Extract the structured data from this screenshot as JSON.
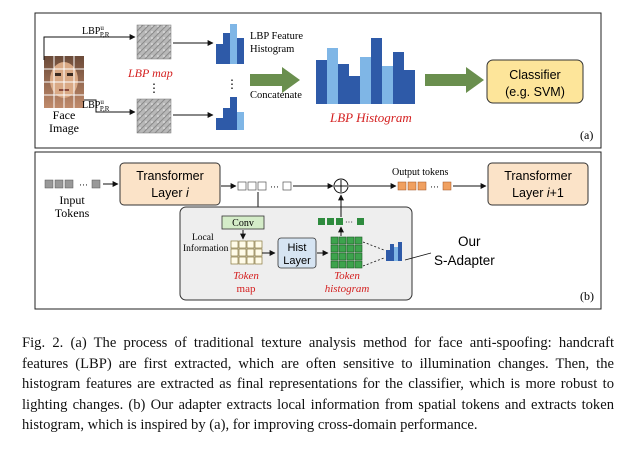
{
  "panel_a": {
    "lbp_op_top": "LBP",
    "lbp_op_top_sup": "u",
    "lbp_op_top_sub": "P,R",
    "lbp_op_bottom": "LBP",
    "lbp_op_bottom_sup": "u",
    "lbp_op_bottom_sub": "P,R",
    "face_label_1": "Face",
    "face_label_2": "Image",
    "lbp_map": "LBP map",
    "dots_vertical": "⋮",
    "feature_hist_1": "LBP Feature",
    "feature_hist_2": "Histogram",
    "concatenate": "Concatenate",
    "lbp_histogram": "LBP Histogram",
    "classifier_1": "Classifier",
    "classifier_2": "(e.g. SVM)",
    "panel_tag": "(a)"
  },
  "panel_b": {
    "input_1": "Input",
    "input_2": "Tokens",
    "transformer_i_1": "Transformer",
    "transformer_i_2": "Layer ",
    "transformer_i_var": "i",
    "output_tokens": "Output tokens",
    "transformer_next_1": "Transformer",
    "transformer_next_2": "Layer ",
    "transformer_next_var": "i",
    "transformer_next_suffix": "+1",
    "conv": "Conv",
    "local_1": "Local",
    "local_2": "Information",
    "hist_layer_1": "Hist",
    "hist_layer_2": "Layer",
    "token_map_1": "Token",
    "token_map_2": "map",
    "token_hist_1": "Token",
    "token_hist_2": "histogram",
    "our_1": "Our",
    "our_2": "S-Adapter",
    "panel_tag": "(b)"
  },
  "caption": "Fig. 2.  (a) The process of traditional texture analysis method for face anti-spoofing: handcraft features (LBP) are first extracted, which are often sensitive to illumination changes. Then, the histogram features are extracted as final representations for the classifier, which is more robust to lighting changes. (b) Our adapter extracts local information from spatial tokens and extracts token histogram, which is inspired by (a), for improving cross-domain performance.",
  "colors": {
    "transformer_fill": "#fbe3c8",
    "classifier_fill": "#fde59a",
    "hist_blue": "#2e5aa8",
    "hist_light": "#7fb6e6",
    "token_green": "#2e8b3e",
    "red_text": "#d42020",
    "adapter_bg": "#eeeeee",
    "arrow_green": "#6a8f4e"
  }
}
